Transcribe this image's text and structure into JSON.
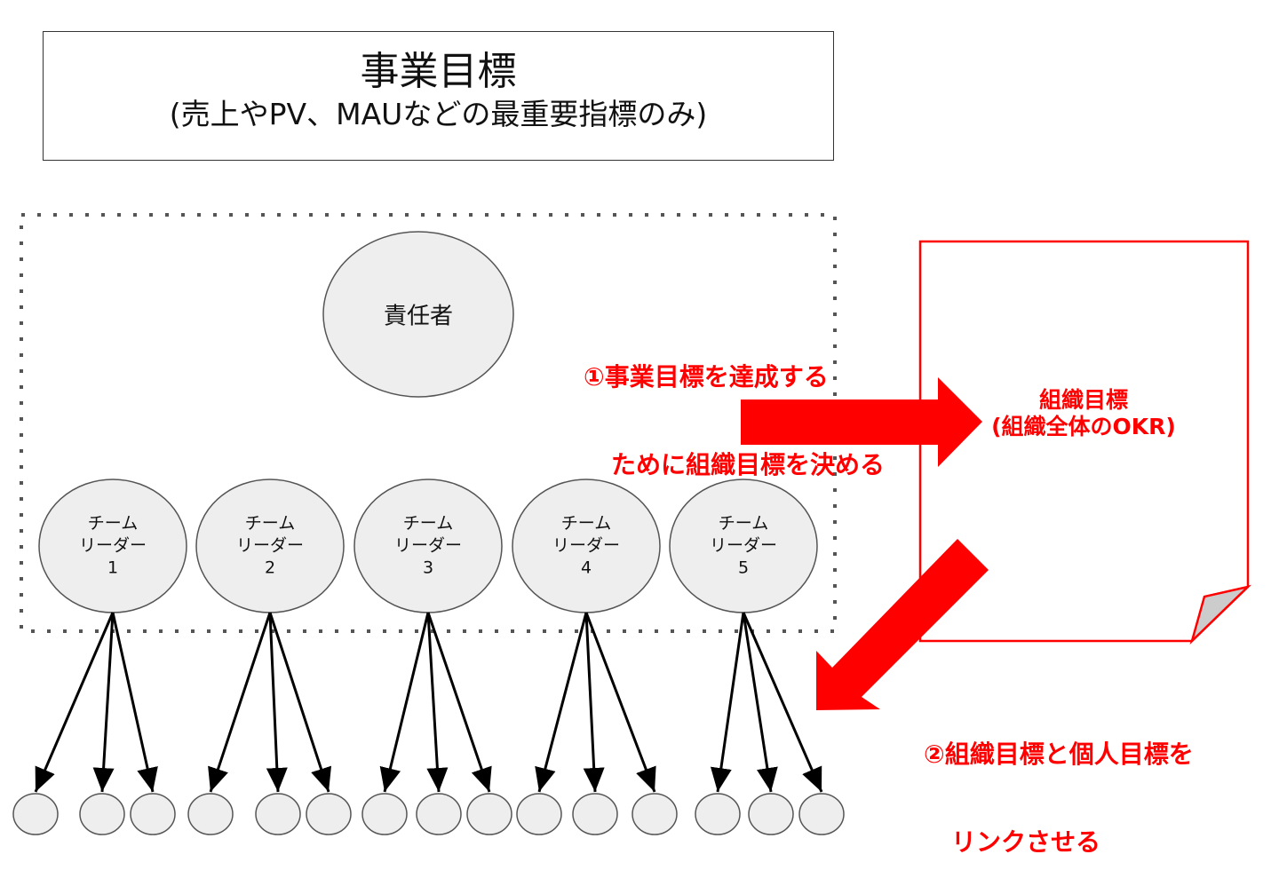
{
  "title_box": {
    "title": "事業目標",
    "subtitle": "(売上やPV、MAUなどの最重要指標のみ)"
  },
  "manager": {
    "label": "責任者"
  },
  "leaders": [
    {
      "line1": "チーム",
      "line2": "リーダー",
      "number": "1"
    },
    {
      "line1": "チーム",
      "line2": "リーダー",
      "number": "2"
    },
    {
      "line1": "チーム",
      "line2": "リーダー",
      "number": "3"
    },
    {
      "line1": "チーム",
      "line2": "リーダー",
      "number": "4"
    },
    {
      "line1": "チーム",
      "line2": "リーダー",
      "number": "5"
    }
  ],
  "members_per_leader": 3,
  "step1": {
    "line1": "①事業目標を達成する",
    "line2": "ために組織目標を決める"
  },
  "org_goal_doc": {
    "line1": "組織目標",
    "line2": "(組織全体のOKR)"
  },
  "step2": {
    "line1": "②組織目標と個人目標を",
    "line2": "リンクさせる"
  },
  "colors": {
    "accent_red": "#ff0000",
    "node_fill": "#eeeeee",
    "node_stroke": "#555555",
    "dotted_border": "#555555",
    "fold_fill": "#cccccc"
  }
}
